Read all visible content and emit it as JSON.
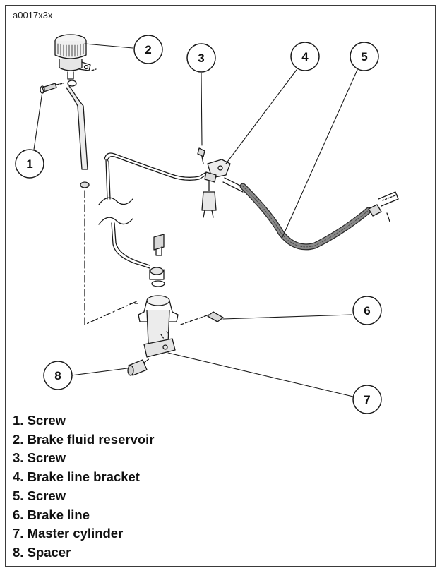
{
  "figure": {
    "id": "a0017x3x"
  },
  "callouts": [
    "1",
    "2",
    "3",
    "4",
    "5",
    "6",
    "7",
    "8"
  ],
  "legend": [
    "1. Screw",
    "2. Brake fluid reservoir",
    "3. Screw",
    "4. Brake line bracket",
    "5. Screw",
    "6. Brake line",
    "7. Master cylinder",
    "8. Spacer"
  ]
}
